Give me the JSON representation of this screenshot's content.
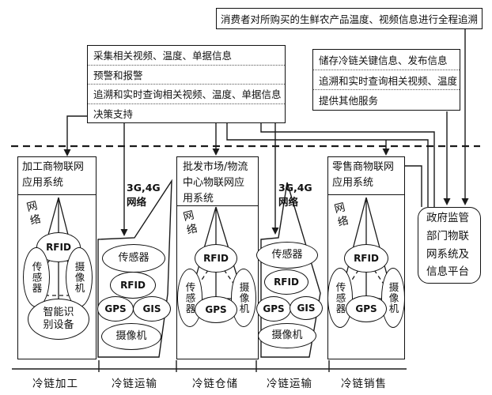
{
  "colors": {
    "line": "#1a1a1a",
    "background": "#ffffff"
  },
  "consumer_box": {
    "label": "消费者对所购买的生鲜农产品温度、视频信息进行全程追溯"
  },
  "platform_functions_box": {
    "rows": [
      "采集相关视频、温度、单据信息",
      "预警和报警",
      "追溯和实时查询相关视频、温度、单据信息",
      "决策支持"
    ]
  },
  "cloud_functions_box": {
    "rows": [
      "储存冷链关键信息、发布信息",
      "追溯和实时查询相关视频、温度",
      "提供其他服务"
    ]
  },
  "government_box": {
    "label": "政府监管部门物联网系统及信息平台"
  },
  "stages": {
    "processing": {
      "title": "加工商物联网应用系统",
      "network_label": "网络",
      "nodes": {
        "rfid": "RFID",
        "sensor": "传感器",
        "camera": "摄像机",
        "smart_device": "智能识别设备"
      }
    },
    "wholesale": {
      "title": "批发市场/物流中心物联网应用系统",
      "network_label": "网络",
      "nodes": {
        "rfid": "RFID",
        "sensor": "传感器",
        "camera": "摄像机",
        "gps": "GPS"
      }
    },
    "retail": {
      "title": "零售商物联网应用系统",
      "network_label": "网络",
      "nodes": {
        "rfid": "RFID",
        "sensor": "传感器",
        "camera": "摄像机",
        "gps": "GPS"
      }
    },
    "transport": {
      "network_label_line1": "3G,4G",
      "network_label_line2": "网络",
      "nodes": {
        "sensor": "传感器",
        "rfid": "RFID",
        "gps": "GPS",
        "gis": "GIS",
        "camera": "摄像机"
      }
    }
  },
  "timeline": {
    "labels": [
      "冷链加工",
      "冷链运输",
      "冷链仓储",
      "冷链运输",
      "冷链销售"
    ]
  }
}
